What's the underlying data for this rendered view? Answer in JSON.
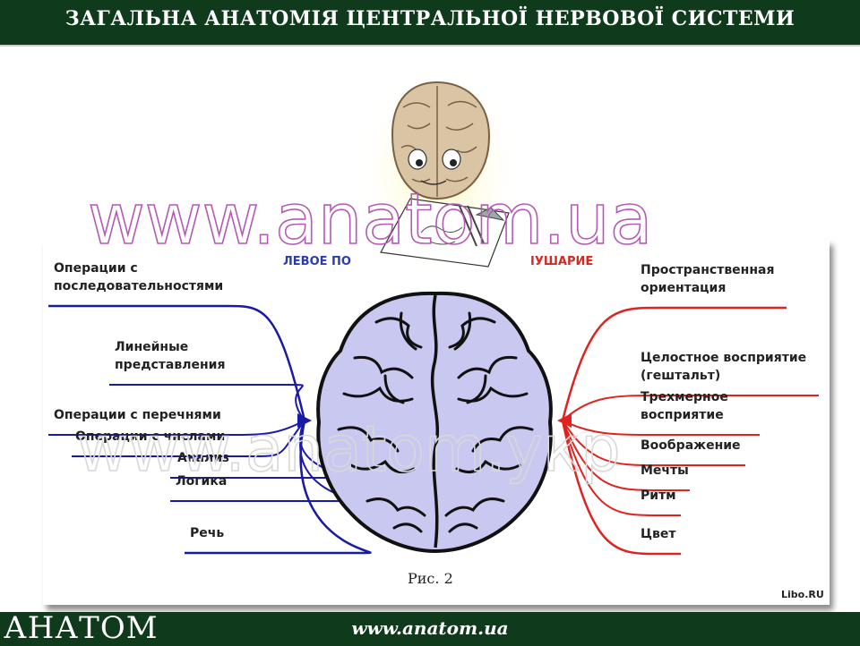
{
  "header": {
    "title": "ЗАГАЛЬНА АНАТОМІЯ ЦЕНТРАЛЬНОЇ НЕРВОВОЇ СИСТЕМИ"
  },
  "diagram": {
    "left_heading": "ЛЕВОЕ ПО",
    "right_heading": "ІУШАРИЕ",
    "left_items": [
      [
        "Операции с",
        "последовательностями"
      ],
      [
        "Линейные",
        "представления"
      ],
      [
        "Операции с перечнями"
      ],
      [
        "Операции с числами"
      ],
      [
        "Анализ"
      ],
      [
        "Логика"
      ],
      [
        "Речь"
      ]
    ],
    "right_items": [
      [
        "Пространственная",
        "ориентация"
      ],
      [
        "Целостное восприятие",
        "(гештальт)"
      ],
      [
        "Трехмерное",
        "восприятие"
      ],
      [
        "Воображение"
      ],
      [
        "Мечты"
      ],
      [
        "Ритм"
      ],
      [
        "Цвет"
      ]
    ],
    "caption": "Рис. 2",
    "credit": "Libo.RU",
    "colors": {
      "left": "#1a1aa8",
      "right": "#e0231e",
      "brain": "#c8c8f0"
    }
  },
  "watermarks": [
    "www.anatom.ua",
    "www.anatom.укр"
  ],
  "footer": {
    "logo": "АНАТОМ",
    "url": "www.anatom.ua"
  }
}
